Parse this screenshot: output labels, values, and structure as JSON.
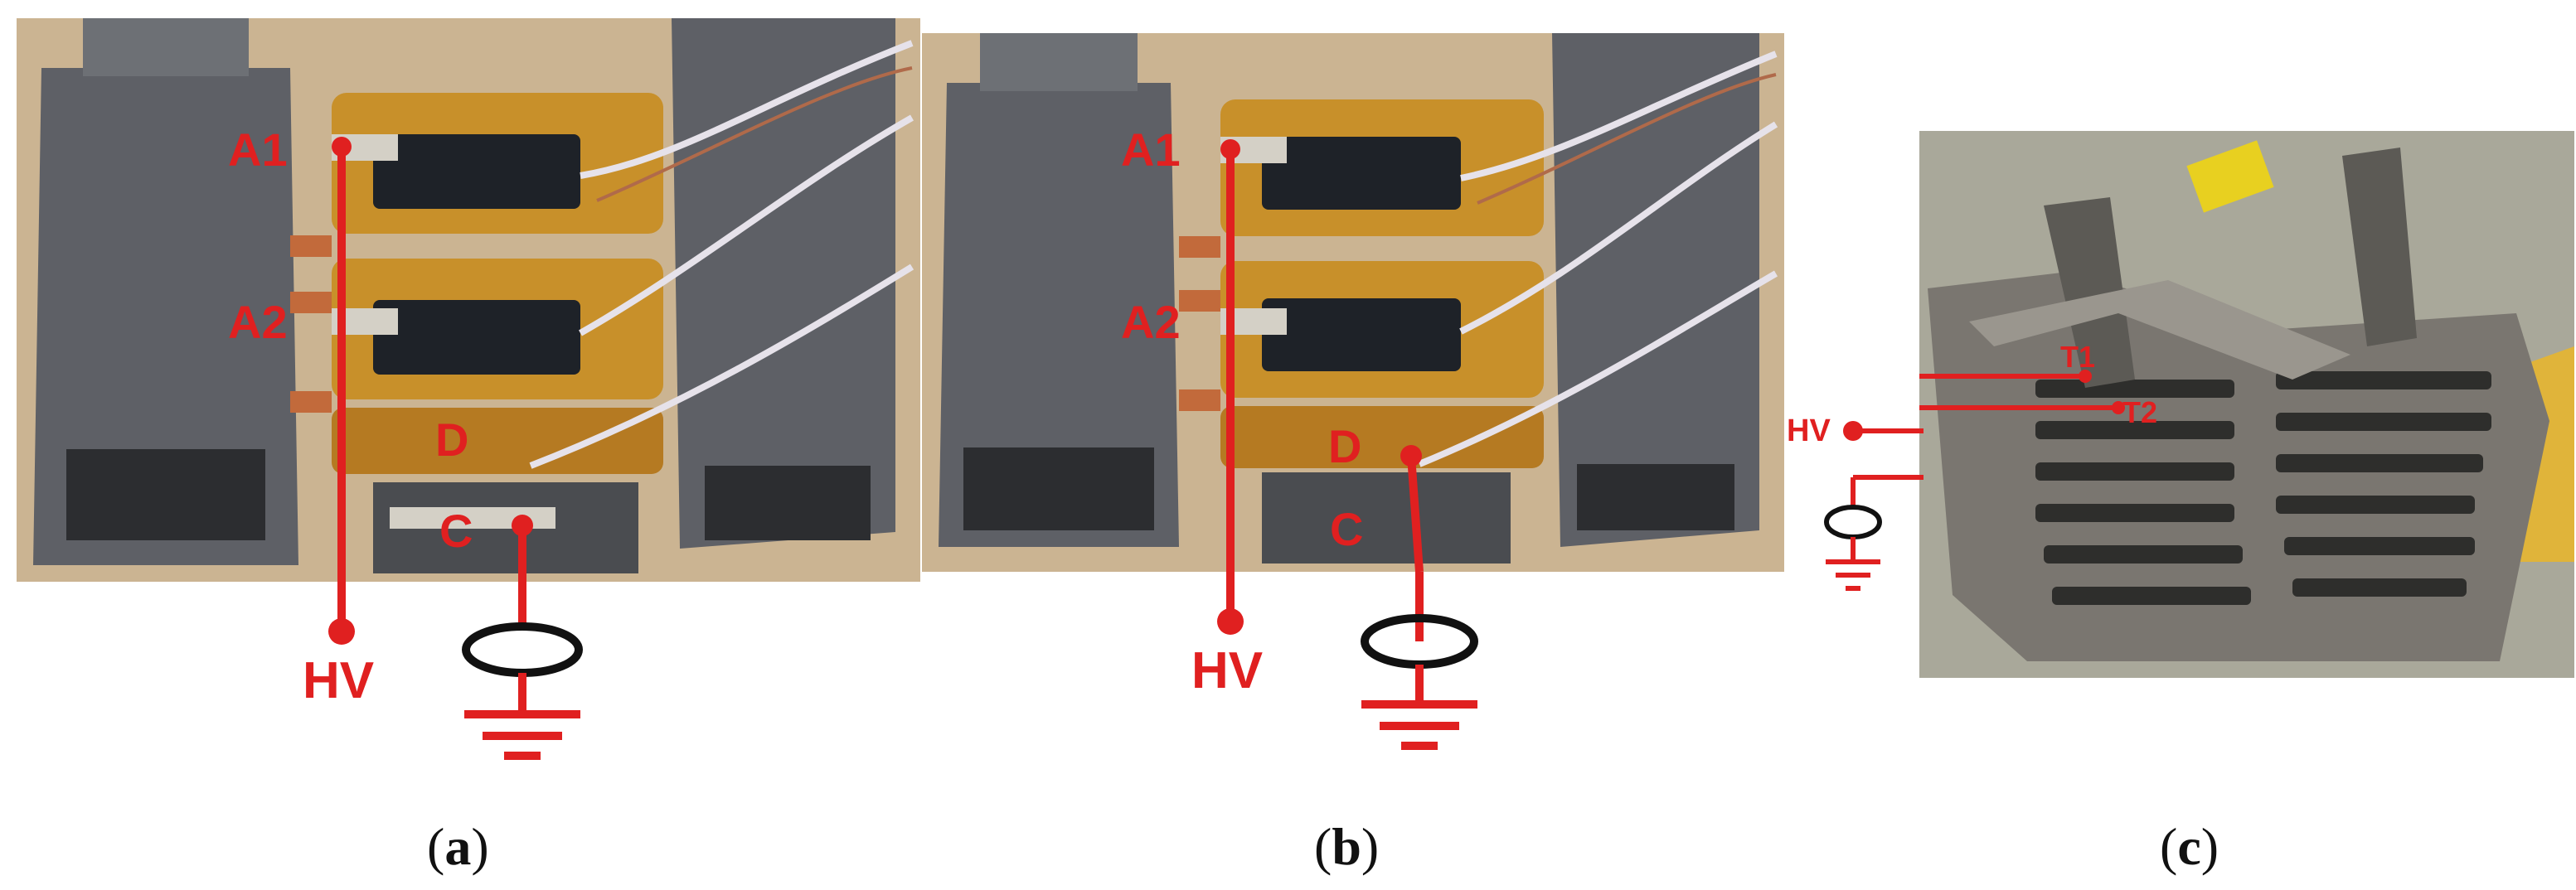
{
  "figure": {
    "captions": [
      {
        "open": "(",
        "letter": "a",
        "close": ")"
      },
      {
        "open": "(",
        "letter": "b",
        "close": ")"
      },
      {
        "open": "(",
        "letter": "c",
        "close": ")"
      }
    ],
    "panel_a": {
      "labels": {
        "a1": "A1",
        "a2": "A2",
        "d": "D",
        "c": "C",
        "hv": "HV"
      }
    },
    "panel_b": {
      "labels": {
        "a1": "A1",
        "a2": "A2",
        "d": "D",
        "c": "C",
        "hv": "HV"
      }
    },
    "panel_c": {
      "labels": {
        "hv": "HV",
        "t1": "T1",
        "t2": "T2"
      }
    },
    "colors": {
      "annotation_red": "#e02020",
      "kapton_amber": "#c8902a",
      "grey_3d_print": "#5e6066",
      "metal_grey": "#7a7670",
      "background_beige": "#a9a89a"
    }
  }
}
